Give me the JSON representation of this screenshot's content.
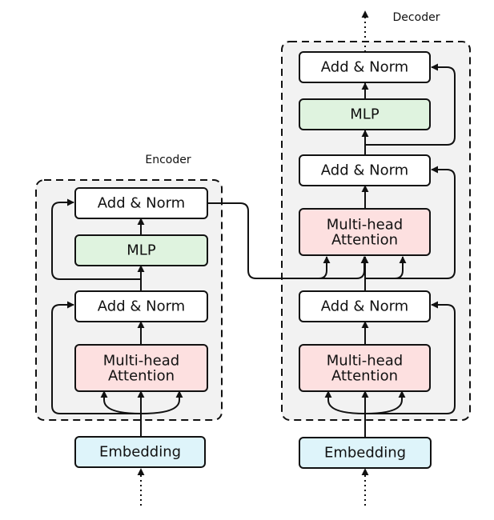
{
  "encoder": {
    "title": "Encoder",
    "add_norm_top": "Add & Norm",
    "mlp": "MLP",
    "add_norm_bottom": "Add & Norm",
    "attention_line1": "Multi-head",
    "attention_line2": "Attention",
    "embedding": "Embedding"
  },
  "decoder": {
    "title": "Decoder",
    "add_norm_top": "Add & Norm",
    "mlp": "MLP",
    "add_norm_middle": "Add & Norm",
    "cross_attention_line1": "Multi-head",
    "cross_attention_line2": "Attention",
    "add_norm_bottom": "Add & Norm",
    "self_attention_line1": "Multi-head",
    "self_attention_line2": "Attention",
    "embedding": "Embedding"
  },
  "colors": {
    "stroke": "#111111",
    "block_fill": "#f2f2f2",
    "add_norm_fill": "#ffffff",
    "mlp_fill": "#dff3df",
    "attention_fill": "#fde0e0",
    "embedding_fill": "#def4fa"
  }
}
